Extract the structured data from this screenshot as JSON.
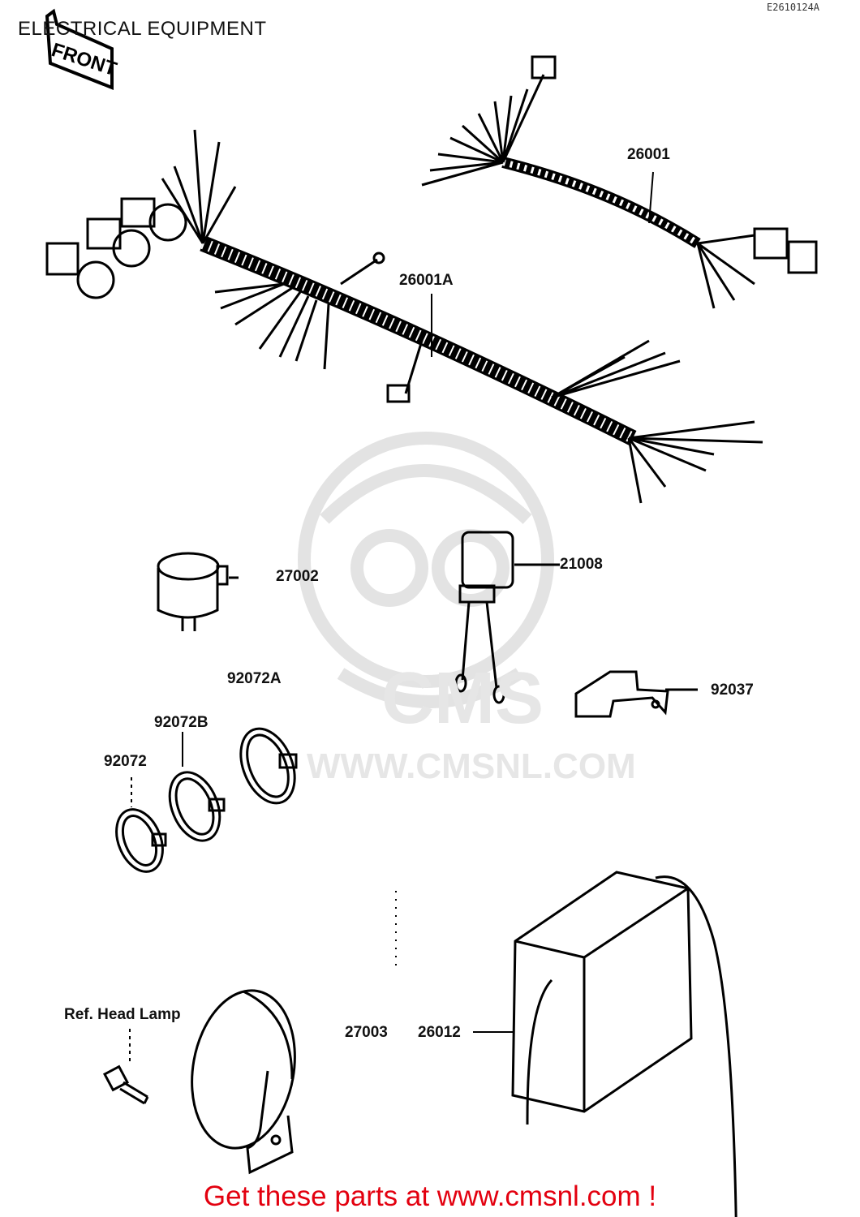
{
  "header": {
    "title": "ELECTRICAL EQUIPMENT",
    "code": "E2610124A"
  },
  "front_marker": "FRONT",
  "watermark": {
    "logo_text": "CMS",
    "url": "WWW.CMSNL.COM"
  },
  "parts": [
    {
      "id": "26001"
    },
    {
      "id": "26001A"
    },
    {
      "id": "27002"
    },
    {
      "id": "21008"
    },
    {
      "id": "92072A"
    },
    {
      "id": "92037"
    },
    {
      "id": "92072B"
    },
    {
      "id": "92072"
    },
    {
      "id": "27003"
    },
    {
      "id": "26012"
    }
  ],
  "reference": {
    "head_lamp": "Ref. Head Lamp"
  },
  "footer": {
    "cta": "Get these parts at www.cmsnl.com !"
  }
}
